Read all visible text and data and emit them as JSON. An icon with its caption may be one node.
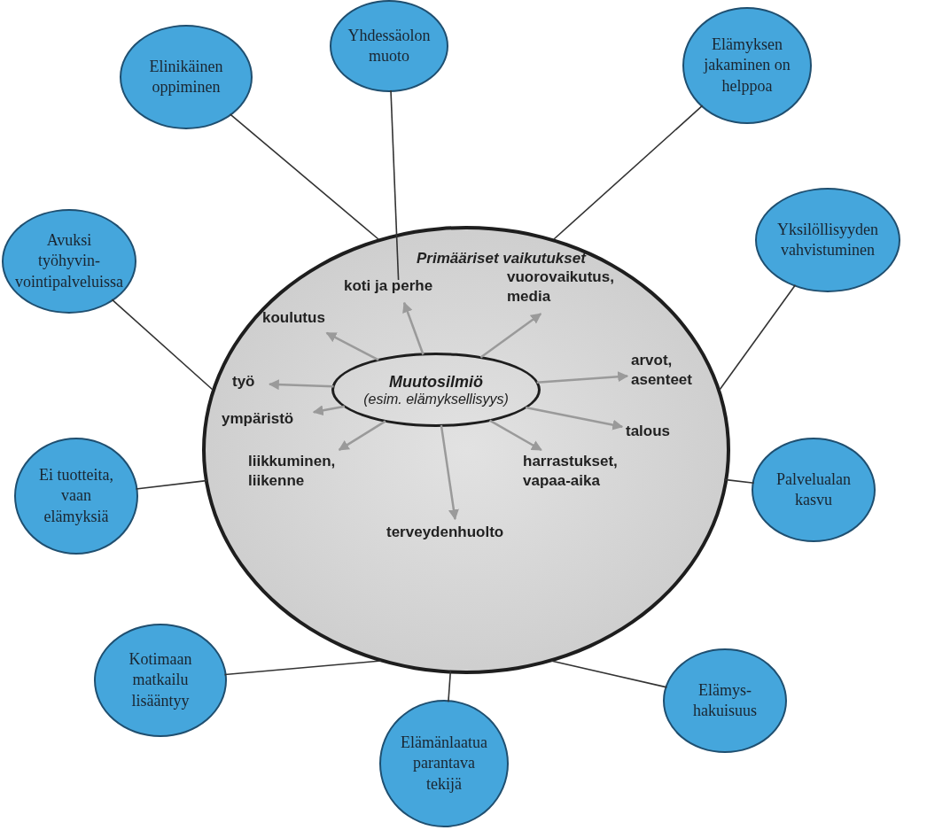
{
  "diagram": {
    "nodes": [
      {
        "text": [
          "Primääriset vaikutukset"
        ]
      },
      {
        "text": [
          "Muutosilmiö",
          "(esim. elämyksellisyys)"
        ],
        "in": 0
      },
      {
        "text": [
          "koti ja perhe"
        ],
        "in": 0
      },
      {
        "text": [
          "koulutus"
        ],
        "in": 0
      },
      {
        "text": [
          "vuorovaikutus, media"
        ],
        "in": 0
      },
      {
        "text": [
          "työ"
        ],
        "in": 0
      },
      {
        "text": [
          "arvot, asenteet"
        ],
        "in": 0
      },
      {
        "text": [
          "ympäristö"
        ],
        "in": 0
      },
      {
        "text": [
          "talous"
        ],
        "in": 0
      },
      {
        "text": [
          "liikkuminen, liikenne"
        ],
        "in": 0
      },
      {
        "text": [
          "harrastukset, vapaa-aika"
        ],
        "in": 0
      },
      {
        "text": [
          "terveydenhuolto"
        ],
        "in": 0
      },
      {
        "text": [
          "Elinikäinen oppiminen"
        ]
      },
      {
        "text": [
          "Yhdessäolon muoto"
        ]
      },
      {
        "text": [
          "Elämyksen jakaminen on helppoa"
        ]
      },
      {
        "text": [
          "Avuksi työhyvin-vointipalveluissa"
        ]
      },
      {
        "text": [
          "Yksilöllisyyden vahvistuminen"
        ]
      },
      {
        "text": [
          "Ei tuotteita, vaan elämyksiä"
        ]
      },
      {
        "text": [
          "Palvelualan kasvu"
        ]
      },
      {
        "text": [
          "Kotimaan matkailu lisääntyy"
        ]
      },
      {
        "text": [
          "Elämys-hakuisuus"
        ]
      },
      {
        "text": [
          "Elämänlaatua parantava tekijä"
        ]
      }
    ],
    "edges": [
      {
        "from": 1,
        "to": 2,
        "arrow": "to",
        "color": "#9a9a9a"
      },
      {
        "from": 1,
        "to": 3,
        "arrow": "to",
        "color": "#9a9a9a"
      },
      {
        "from": 1,
        "to": 4,
        "arrow": "to",
        "color": "#9a9a9a"
      },
      {
        "from": 1,
        "to": 5,
        "arrow": "to",
        "color": "#9a9a9a"
      },
      {
        "from": 1,
        "to": 6,
        "arrow": "to",
        "color": "#9a9a9a"
      },
      {
        "from": 1,
        "to": 7,
        "arrow": "to",
        "color": "#9a9a9a"
      },
      {
        "from": 1,
        "to": 8,
        "arrow": "to",
        "color": "#9a9a9a"
      },
      {
        "from": 1,
        "to": 9,
        "arrow": "to",
        "color": "#9a9a9a"
      },
      {
        "from": 1,
        "to": 10,
        "arrow": "to",
        "color": "#9a9a9a"
      },
      {
        "from": 1,
        "to": 11,
        "arrow": "to",
        "color": "#9a9a9a"
      },
      {
        "from": 12,
        "to": 0,
        "arrow": "none",
        "color": "#333333"
      },
      {
        "from": 13,
        "to": 2,
        "arrow": "none",
        "color": "#333333"
      },
      {
        "from": 14,
        "to": 0,
        "arrow": "none",
        "color": "#333333"
      },
      {
        "from": 15,
        "to": 0,
        "arrow": "none",
        "color": "#333333"
      },
      {
        "from": 16,
        "to": 0,
        "arrow": "none",
        "color": "#333333"
      },
      {
        "from": 17,
        "to": 0,
        "arrow": "none",
        "color": "#333333"
      },
      {
        "from": 18,
        "to": 0,
        "arrow": "none",
        "color": "#333333"
      },
      {
        "from": 19,
        "to": 0,
        "arrow": "none",
        "color": "#333333"
      },
      {
        "from": 20,
        "to": 0,
        "arrow": "none",
        "color": "#333333"
      },
      {
        "from": 21,
        "to": 0,
        "arrow": "none",
        "color": "#333333"
      }
    ]
  }
}
